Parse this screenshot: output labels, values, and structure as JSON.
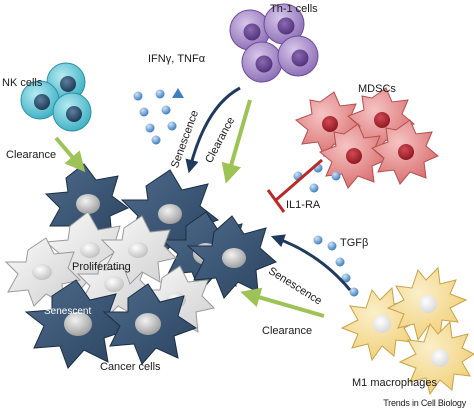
{
  "labels": {
    "nk_cells": "NK cells",
    "th1_cells": "Th-1 cells",
    "mdscs": "MDSCs",
    "ifn_tnf": "IFNγ, TNFα",
    "senescence_top": "Senescence",
    "clearance_top": "Clearance",
    "clearance_left": "Clearance",
    "il1ra": "IL1-RA",
    "tgfb": "TGFβ",
    "senescence_right": "Senescence",
    "clearance_bottom": "Clearance",
    "proliferating": "Proliferating",
    "senescent": "Senescent",
    "cancer_cells": "Cancer cells",
    "m1_macrophages": "M1 macrophages"
  },
  "footer": "Trends in Cell Biology",
  "colors": {
    "nk_cell": "#4fc3d4",
    "th1_cell": "#a78bc8",
    "mdsc": "#e58b8b",
    "mdsc_nucleus": "#a8232e",
    "senescent_cell": "#3d5875",
    "proliferating_cell": "#e3e3e3",
    "macrophage": "#f7e1a1",
    "clearance_arrow": "#9dc256",
    "senescence_arrow": "#1f3a5c",
    "inhibit": "#b8292a",
    "cytokine_dot": "#6aa3d6"
  }
}
